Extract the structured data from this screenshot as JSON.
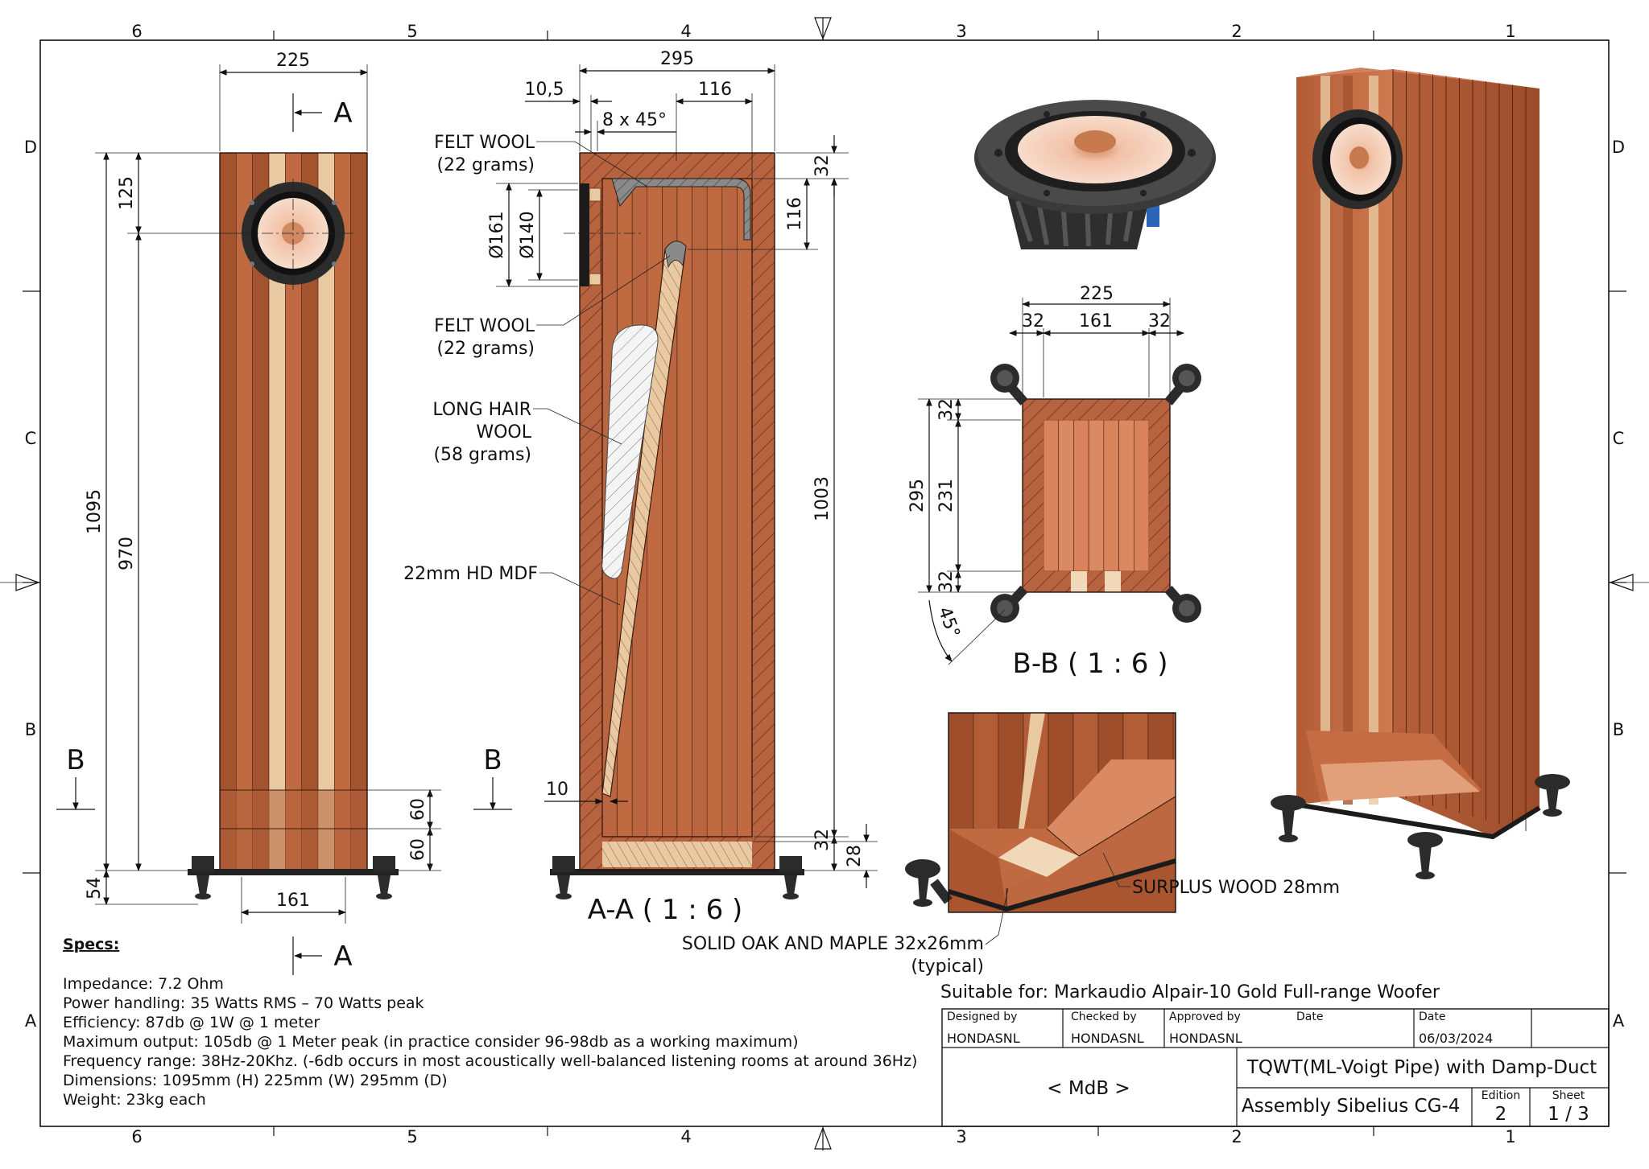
{
  "grid": {
    "columns_top": [
      "6",
      "5",
      "4",
      "3",
      "2",
      "1"
    ],
    "columns_bottom": [
      "6",
      "5",
      "4",
      "3",
      "2",
      "1"
    ],
    "rows_left": [
      "D",
      "C",
      "B",
      "A"
    ],
    "rows_right": [
      "D",
      "C",
      "B",
      "A"
    ]
  },
  "front_view": {
    "width": "225",
    "height_total": "1095",
    "driver_offset": "125",
    "driver_to_bottom": "970",
    "band_1": "60",
    "band_2": "60",
    "feet_height": "54",
    "feet_spacing": "161",
    "section_a_top": "A",
    "section_a_bottom": "A",
    "section_b": "B"
  },
  "section_aa": {
    "caption": "A-A ( 1 : 6 )",
    "depth": "295",
    "baffle_thickness": "10,5",
    "chamfer": "8 x 45°",
    "top_inner": "116",
    "top_panel": "32",
    "duct_depth": "116",
    "inner_height": "1003",
    "bottom_panel": "32",
    "surplus": "28",
    "diameter_outer": "Ø161",
    "diameter_inner": "Ø140",
    "slot": "10",
    "section_b": "B",
    "callouts": [
      {
        "line1": "FELT WOOL",
        "line2": "(22 grams)",
        "line3": ""
      },
      {
        "line1": "FELT WOOL",
        "line2": "(22 grams)",
        "line3": ""
      },
      {
        "line1": "LONG HAIR",
        "line2": "WOOL",
        "line3": "(58 grams)"
      },
      {
        "line1": "22mm HD MDF",
        "line2": "",
        "line3": ""
      }
    ]
  },
  "section_bb": {
    "caption": "B-B ( 1 : 6 )",
    "width": "225",
    "side_left": "32",
    "inner_width": "161",
    "side_right": "32",
    "depth": "295",
    "panel_front": "32",
    "inner_depth": "231",
    "panel_back": "32",
    "angle": "45°"
  },
  "detail": {
    "surplus_label": "SURPLUS WOOD 28mm",
    "wood_label_1": "SOLID OAK AND MAPLE 32x26mm",
    "wood_label_2": "(typical)"
  },
  "specs": {
    "heading": "Specs:",
    "lines": [
      "Impedance: 7.2 Ohm",
      "Power handling: 35 Watts RMS – 70 Watts peak",
      "Efficiency: 87db @ 1W @ 1 meter",
      "Maximum output: 105db @ 1 Meter peak (in practice consider 96-98db as a working maximum)",
      "Frequency range: 38Hz-20Khz. (-6db occurs in most acoustically well-balanced listening rooms at around 36Hz)",
      "Dimensions: 1095mm (H) 225mm (W) 295mm (D)",
      "Weight: 23kg each"
    ]
  },
  "title_block": {
    "suitable_for": "Suitable for: Markaudio Alpair-10 Gold Full-range Woofer",
    "designed_by_label": "Designed by",
    "designed_by": "HONDASNL",
    "checked_by_label": "Checked by",
    "checked_by": "HONDASNL",
    "approved_by_label": "Approved by",
    "approved_by": "HONDASNL",
    "date_label_1": "Date",
    "date_label_2": "Date",
    "date": "06/03/2024",
    "company": "< MdB >",
    "title": "TQWT(ML-Voigt Pipe) with Damp-Duct",
    "subtitle": "Assembly Sibelius CG-4",
    "edition_label": "Edition",
    "edition": "2",
    "sheet_label": "Sheet",
    "sheet": "1 / 3"
  },
  "colors": {
    "wood_dark": "#a4532f",
    "wood_mid": "#c06a42",
    "wood_light": "#d98a63",
    "maple": "#e8c9a2",
    "hatch": "#5a2a14",
    "driver_ring": "#2b2b2b",
    "cone": "#e9b49a"
  }
}
